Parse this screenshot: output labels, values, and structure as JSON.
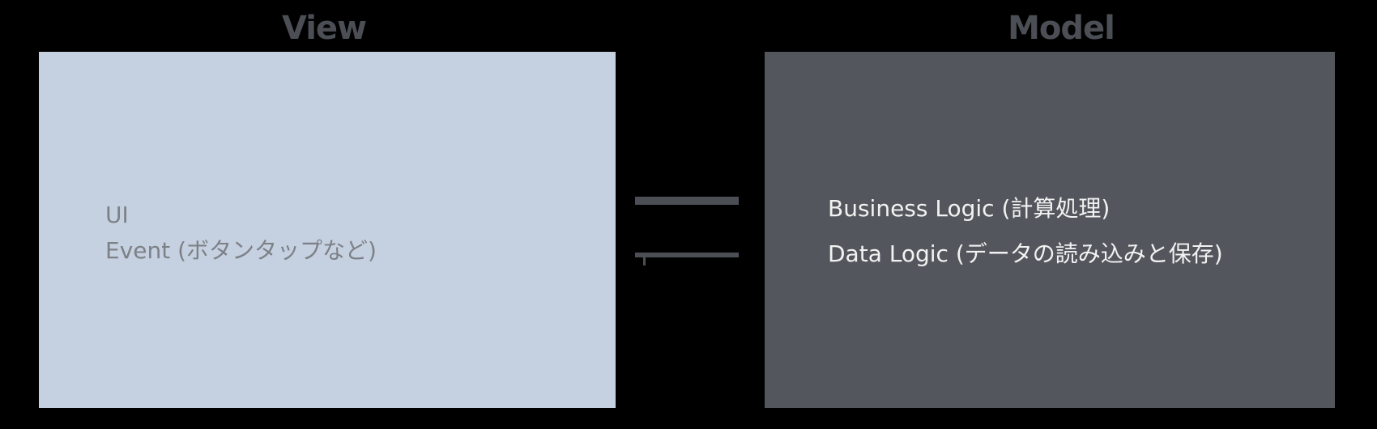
{
  "diagram": {
    "view": {
      "title": "View",
      "lines": [
        "UI",
        "Event (ボタンタップなど)"
      ]
    },
    "model": {
      "title": "Model",
      "lines": [
        "Business Logic (計算処理)",
        "Data Logic (データの読み込みと保存)"
      ]
    }
  },
  "colors": {
    "background": "#000000",
    "view_box": "#c5d0e0",
    "model_box": "#53575d",
    "heading": "#4b4f55",
    "arrow": "#4b4f55"
  }
}
